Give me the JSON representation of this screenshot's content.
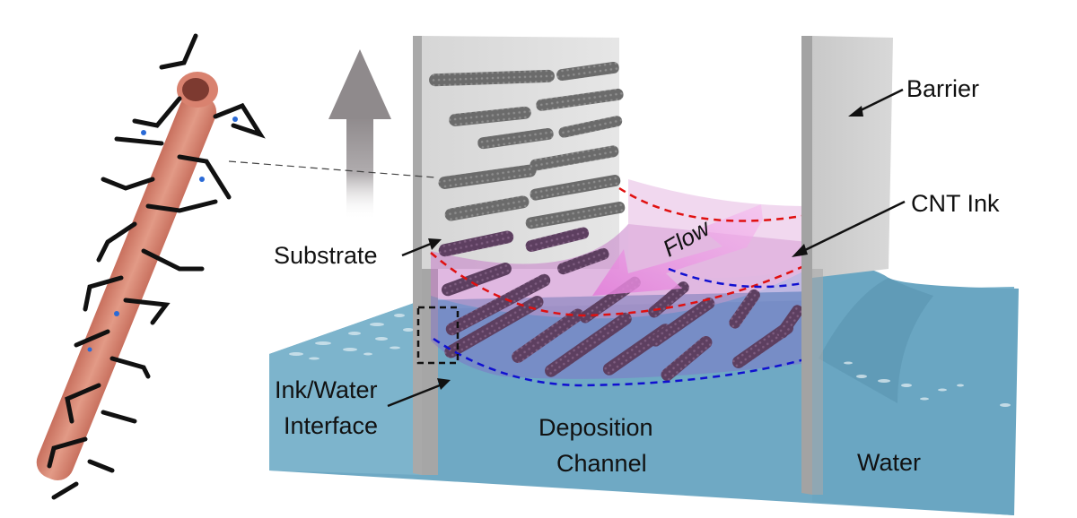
{
  "figure": {
    "labels": {
      "barrier": "Barrier",
      "cnt_ink": "CNT Ink",
      "substrate": "Substrate",
      "flow": "Flow",
      "interface_line1": "Ink/Water",
      "interface_line2": "Interface",
      "deposition_line1": "Deposition",
      "deposition_line2": "Channel",
      "water": "Water"
    },
    "colors": {
      "water": "#6fa9c4",
      "water_dark": "#5e98b4",
      "barrier": "#c8c8c8",
      "substrate": "#d4d4d4",
      "ink_region": "#c77dc9",
      "interface_region": "#7f72c8",
      "flow_arrow": "#e88fe0",
      "red_dash": "#e01010",
      "blue_dash": "#1010d0",
      "cnt_tube": "#d9826f",
      "polymer": "#111111",
      "nanotube_dry": "#6a6a6a",
      "nanotube_wet": "#6b4a6e",
      "lift_arrow": "#8f8a8c"
    }
  }
}
